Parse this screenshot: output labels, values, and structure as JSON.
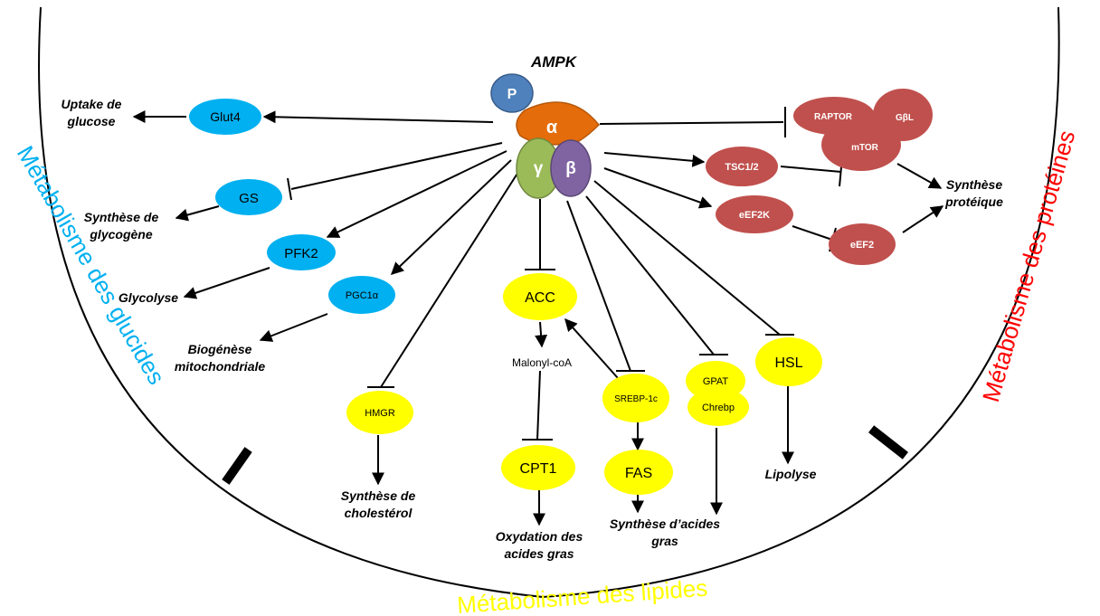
{
  "diagram": {
    "title": "AMPK",
    "ampk_subunits": {
      "phospho": "P",
      "alpha": "α",
      "gamma": "γ",
      "beta": "β"
    },
    "sections": {
      "glucides": "Métabolisme des glucides",
      "lipides": "Métabolisme des lipides",
      "proteines": "Métabolisme des protéines"
    },
    "nodes": {
      "glut4": "Glut4",
      "gs": "GS",
      "pfk2": "PFK2",
      "pgc1a": "PGC1α",
      "hmgr": "HMGR",
      "acc": "ACC",
      "malonyl": "Malonyl-coA",
      "cpt1": "CPT1",
      "srebp": "SREBP-1c",
      "fas": "FAS",
      "gpat": "GPAT",
      "chrebp": "Chrebp",
      "hsl": "HSL",
      "raptor": "RAPTOR",
      "gbl": "GβL",
      "mtor": "mTOR",
      "tsc": "TSC1/2",
      "eef2k": "eEF2K",
      "eef2": "eEF2"
    },
    "outcomes": {
      "uptake_1": "Uptake de",
      "uptake_2": "glucose",
      "glycogene_1": "Synthèse de",
      "glycogene_2": "glycogène",
      "glycolyse": "Glycolyse",
      "biogenese_1": "Biogénèse",
      "biogenese_2": "mitochondriale",
      "cholesterol_1": "Synthèse de",
      "cholesterol_2": "cholestérol",
      "oxydation_1": "Oxydation des",
      "oxydation_2": "acides gras",
      "synth_ag_1": "Synthèse d’acides",
      "synth_ag_2": "gras",
      "lipolyse": "Lipolyse",
      "proteique_1": "Synthèse",
      "proteique_2": "protéique"
    },
    "colors": {
      "glucides": "#00B0F0",
      "lipides": "#FFFF00",
      "proteines": "#C0504D",
      "section_lipides_text": "#FFFF00",
      "section_proteines_text": "#FF0000",
      "alpha": "#E46C0A",
      "gamma": "#9BBB59",
      "beta": "#8064A2",
      "phospho": "#4F81BD"
    }
  }
}
